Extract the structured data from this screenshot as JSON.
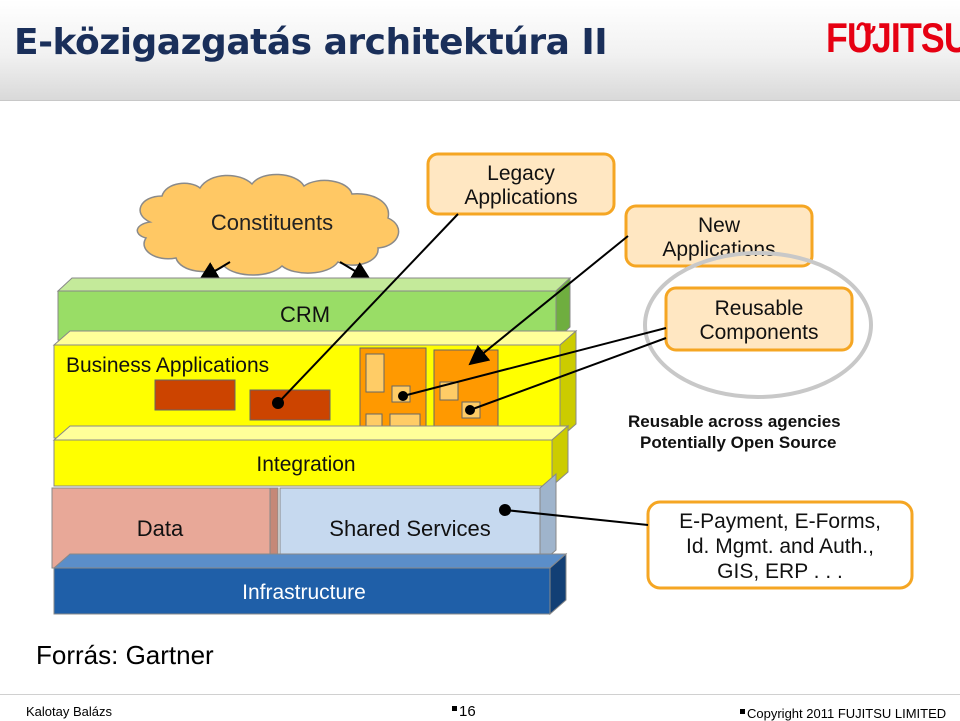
{
  "header": {
    "title": "E-közigazgatás architektúra II",
    "logo_text": "FUJITSU"
  },
  "diagram": {
    "constituents": "Constituents",
    "legacy_applications": [
      "Legacy",
      "Applications"
    ],
    "new_applications": [
      "New",
      "Applications"
    ],
    "reusable_components": [
      "Reusable",
      "Components"
    ],
    "reuse_note": [
      "Reusable across agencies",
      "Potentially Open Source"
    ],
    "services_note": [
      "E-Payment, E-Forms,",
      "Id. Mgmt. and Auth.,",
      "GIS, ERP . . ."
    ],
    "layers": {
      "crm": "CRM",
      "business_applications": "Business Applications",
      "integration": "Integration",
      "data": "Data",
      "shared_services": "Shared Services",
      "infrastructure": "Infrastructure"
    }
  },
  "source_note": "Forrás: Gartner",
  "footer": {
    "author": "Kalotay Balázs",
    "page": "16",
    "copyright": "Copyright 2011 FUJITSU LIMITED"
  },
  "colors": {
    "title": "#1a2f5a",
    "brand_red": "#e60012",
    "crm_green": "#99dd66",
    "yellow_layer": "#ffff00",
    "data_pink": "#e8a898",
    "shared_services_blue": "#c6d9ef",
    "infrastructure_blue": "#1f5fa8",
    "cloud_orange": "#ffc864",
    "callout_border": "#f5a623",
    "component_orange": "#ff9900",
    "app_block_red": "#cc4400"
  }
}
